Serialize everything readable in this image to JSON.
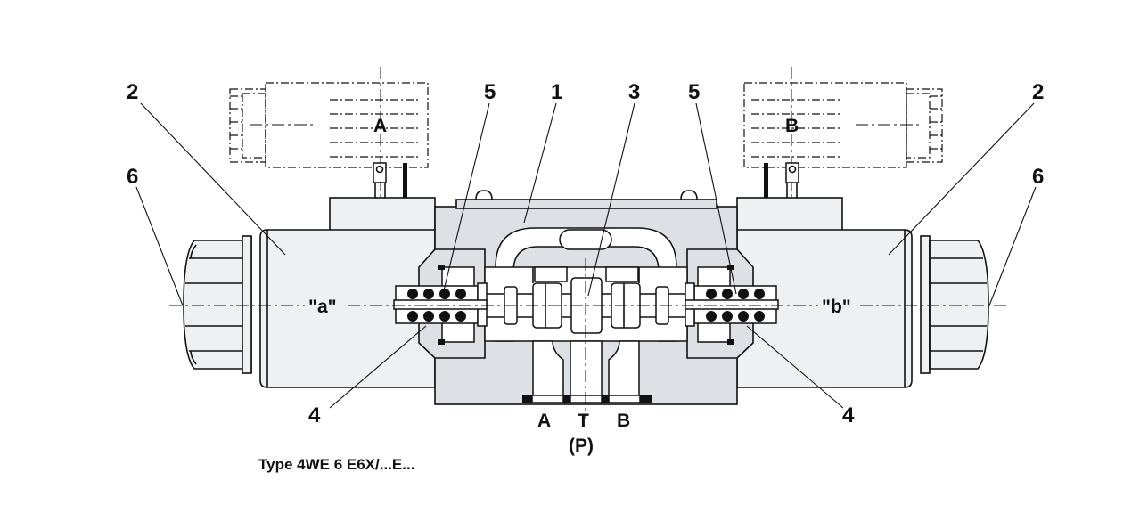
{
  "callouts": {
    "left_2": "2",
    "left_6": "6",
    "left_5": "5",
    "center_1": "1",
    "center_3": "3",
    "right_5": "5",
    "right_2": "2",
    "right_6": "6",
    "left_4": "4",
    "right_4": "4"
  },
  "connectors": {
    "left": "A",
    "right": "B"
  },
  "solenoid_labels": {
    "left": "\"a\"",
    "right": "\"b\""
  },
  "ports": {
    "a": "A",
    "t": "T",
    "b": "B",
    "p": "(P)"
  },
  "caption": "Type 4WE 6 E6X/...E...",
  "colors": {
    "body": "#dde1e5",
    "line": "#111111"
  }
}
